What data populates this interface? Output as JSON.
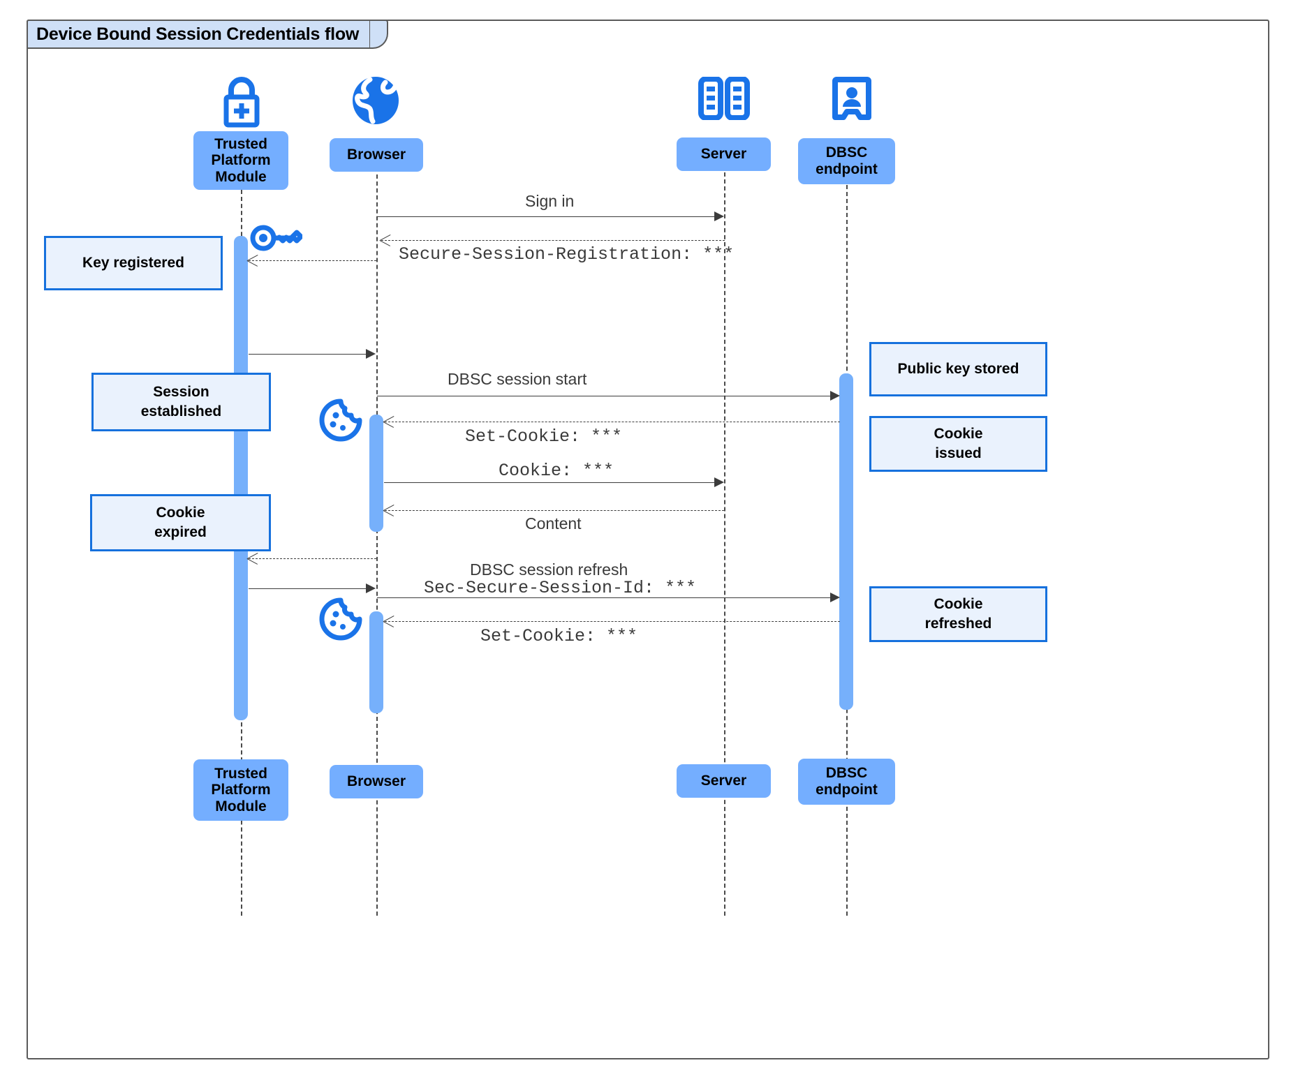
{
  "diagram": {
    "type": "sequence-diagram",
    "frame_title": "Device Bound Session Credentials flow",
    "colors": {
      "participant_fill": "#74aeff",
      "note_fill": "#eaf2fd",
      "note_border": "#1671dd",
      "activation_fill": "#76b0fb",
      "icon_blue": "#1a73e8",
      "frame_border": "#5a5a5a",
      "frame_tag_fill": "#cfe0f7",
      "message_line": "#3c3c3c"
    }
  },
  "participants": [
    {
      "id": "tpm",
      "label": "Trusted\nPlatform\nModule",
      "label_lines": [
        "Trusted",
        "Platform",
        "Module"
      ],
      "icon": "lock-plus-icon"
    },
    {
      "id": "browser",
      "label": "Browser",
      "label_lines": [
        "Browser"
      ],
      "icon": "globe-icon"
    },
    {
      "id": "server",
      "label": "Server",
      "label_lines": [
        "Server"
      ],
      "icon": "server-racks-icon"
    },
    {
      "id": "dbsc",
      "label": "DBSC\nendpoint",
      "label_lines": [
        "DBSC",
        "endpoint"
      ],
      "icon": "id-badge-icon"
    }
  ],
  "messages": [
    {
      "id": "m1",
      "text": "Sign in",
      "style": "sans",
      "line": "solid",
      "from": "browser",
      "to": "server",
      "direction": "right"
    },
    {
      "id": "m2",
      "text": "Secure-Session-Registration: ***",
      "style": "mono",
      "line": "dashed",
      "from": "server",
      "to": "browser",
      "direction": "left"
    },
    {
      "id": "m3",
      "text": "",
      "style": "sans",
      "line": "dashed",
      "from": "browser",
      "to": "tpm",
      "direction": "left"
    },
    {
      "id": "m4",
      "text": "",
      "style": "sans",
      "line": "solid",
      "from": "tpm",
      "to": "browser",
      "direction": "right"
    },
    {
      "id": "m5",
      "text": "DBSC session start",
      "style": "sans",
      "line": "solid",
      "from": "browser",
      "to": "dbsc",
      "direction": "right"
    },
    {
      "id": "m6",
      "text": "Set-Cookie: ***",
      "style": "mono",
      "line": "dashed",
      "from": "dbsc",
      "to": "browser",
      "direction": "left"
    },
    {
      "id": "m7",
      "text": "Cookie: ***",
      "style": "mono",
      "line": "solid",
      "from": "browser",
      "to": "server",
      "direction": "right"
    },
    {
      "id": "m8",
      "text": "Content",
      "style": "sans",
      "line": "dashed",
      "from": "server",
      "to": "browser",
      "direction": "left"
    },
    {
      "id": "m9",
      "text": "",
      "style": "sans",
      "line": "dashed",
      "from": "browser",
      "to": "tpm",
      "direction": "left"
    },
    {
      "id": "m10",
      "text": "DBSC session refresh",
      "style": "sans",
      "line": "none",
      "from": "tpm",
      "to": "browser",
      "direction": "right"
    },
    {
      "id": "m11",
      "text": "Sec-Secure-Session-Id: ***",
      "style": "mono",
      "line": "solid",
      "from": "browser",
      "to": "dbsc",
      "direction": "right"
    },
    {
      "id": "m12",
      "text": "Set-Cookie: ***",
      "style": "mono",
      "line": "dashed",
      "from": "dbsc",
      "to": "browser",
      "direction": "left"
    }
  ],
  "notes": [
    {
      "id": "n1",
      "side": "left",
      "lines": [
        "Key registered"
      ],
      "text": "Key registered"
    },
    {
      "id": "n2",
      "side": "left",
      "lines": [
        "Session",
        "established"
      ],
      "text": "Session established"
    },
    {
      "id": "n3",
      "side": "left",
      "lines": [
        "Cookie",
        "expired"
      ],
      "text": "Cookie expired"
    },
    {
      "id": "n4",
      "side": "right",
      "lines": [
        "Public key stored"
      ],
      "text": "Public key stored"
    },
    {
      "id": "n5",
      "side": "right",
      "lines": [
        "Cookie",
        "issued"
      ],
      "text": "Cookie issued"
    },
    {
      "id": "n6",
      "side": "right",
      "lines": [
        "Cookie",
        "refreshed"
      ],
      "text": "Cookie refreshed"
    }
  ],
  "inline_icons": [
    {
      "id": "key1",
      "name": "key-icon",
      "near": "tpm"
    },
    {
      "id": "cookie1",
      "name": "cookie-icon",
      "near": "browser"
    },
    {
      "id": "cookie2",
      "name": "cookie-icon",
      "near": "browser"
    }
  ]
}
